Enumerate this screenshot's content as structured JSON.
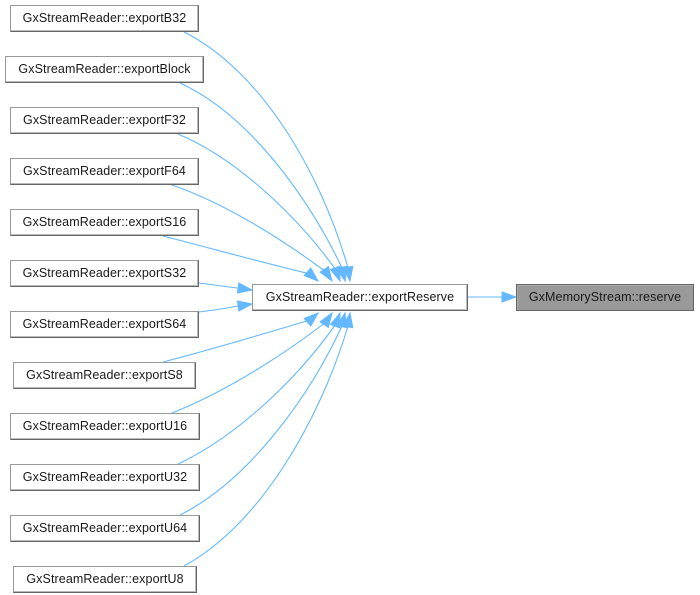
{
  "diagram": {
    "type": "caller-graph",
    "edge_color": "#63b8ff",
    "target": {
      "id": "reserve",
      "label": "GxMemoryStream::reserve",
      "highlighted": true
    },
    "hub": {
      "id": "exportReserve",
      "label": "GxStreamReader::exportReserve"
    },
    "callers": [
      {
        "id": "exportB32",
        "label": "GxStreamReader::exportB32"
      },
      {
        "id": "exportBlock",
        "label": "GxStreamReader::exportBlock"
      },
      {
        "id": "exportF32",
        "label": "GxStreamReader::exportF32"
      },
      {
        "id": "exportF64",
        "label": "GxStreamReader::exportF64"
      },
      {
        "id": "exportS16",
        "label": "GxStreamReader::exportS16"
      },
      {
        "id": "exportS32",
        "label": "GxStreamReader::exportS32"
      },
      {
        "id": "exportS64",
        "label": "GxStreamReader::exportS64"
      },
      {
        "id": "exportS8",
        "label": "GxStreamReader::exportS8"
      },
      {
        "id": "exportU16",
        "label": "GxStreamReader::exportU16"
      },
      {
        "id": "exportU32",
        "label": "GxStreamReader::exportU32"
      },
      {
        "id": "exportU64",
        "label": "GxStreamReader::exportU64"
      },
      {
        "id": "exportU8",
        "label": "GxStreamReader::exportU8"
      }
    ],
    "edges": [
      {
        "from": "exportB32",
        "to": "exportReserve"
      },
      {
        "from": "exportBlock",
        "to": "exportReserve"
      },
      {
        "from": "exportF32",
        "to": "exportReserve"
      },
      {
        "from": "exportF64",
        "to": "exportReserve"
      },
      {
        "from": "exportS16",
        "to": "exportReserve"
      },
      {
        "from": "exportS32",
        "to": "exportReserve"
      },
      {
        "from": "exportS64",
        "to": "exportReserve"
      },
      {
        "from": "exportS8",
        "to": "exportReserve"
      },
      {
        "from": "exportU16",
        "to": "exportReserve"
      },
      {
        "from": "exportU32",
        "to": "exportReserve"
      },
      {
        "from": "exportU64",
        "to": "exportReserve"
      },
      {
        "from": "exportU8",
        "to": "exportReserve"
      },
      {
        "from": "exportReserve",
        "to": "reserve"
      }
    ]
  }
}
